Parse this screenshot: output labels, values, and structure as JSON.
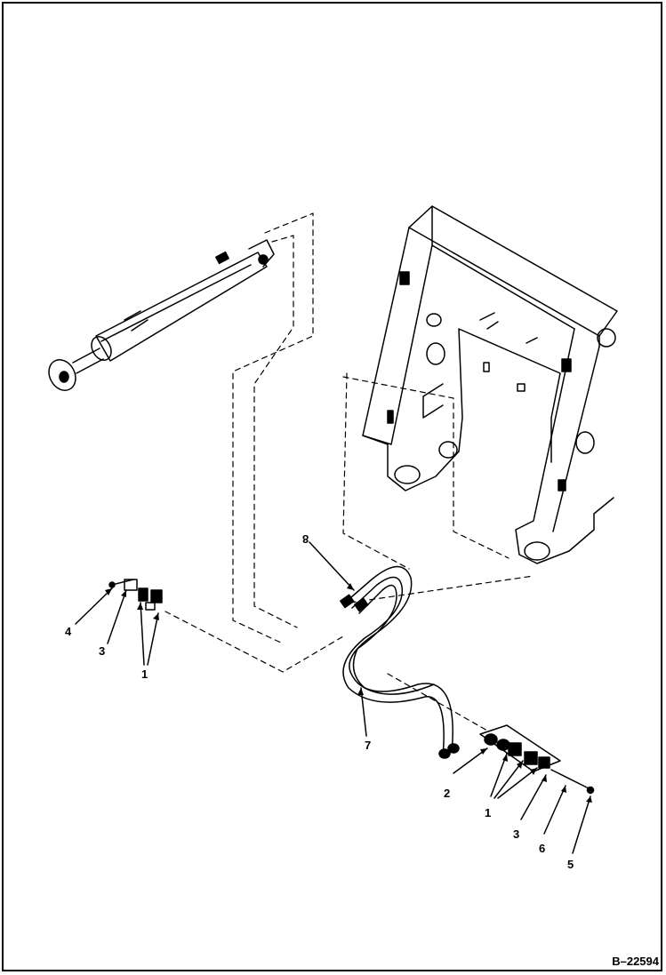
{
  "figure_number": "B–22594",
  "callouts": {
    "left_4": "4",
    "left_3": "3",
    "left_1": "1",
    "top_8": "8",
    "hose_7": "7",
    "right_2": "2",
    "right_1": "1",
    "right_3": "3",
    "right_6": "6",
    "right_5": "5"
  },
  "colors": {
    "ink": "#000000",
    "paper": "#ffffff"
  }
}
